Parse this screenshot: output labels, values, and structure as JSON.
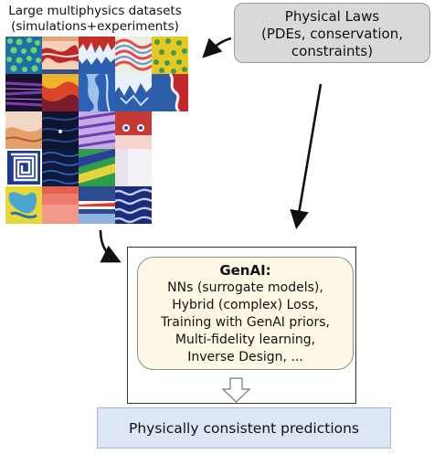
{
  "datasets": {
    "line1": "Large multiphysics datasets",
    "line2": "(simulations+experiments)"
  },
  "physical_laws": {
    "line1": "Physical Laws",
    "line2": "(PDEs, conservation,",
    "line3": "constraints)"
  },
  "genai": {
    "title": "GenAI:",
    "items": [
      "NNs (surrogate models),",
      "Hybrid (complex) Loss,",
      "Training with GenAI priors,",
      "Multi-fidelity learning,",
      "Inverse Design, ..."
    ]
  },
  "predictions": {
    "label": "Physically consistent predictions"
  },
  "colors": {
    "laws_fill": "#d9d9d9",
    "genai_fill": "#fdf8e6",
    "predictions_fill": "#dde6f4"
  }
}
